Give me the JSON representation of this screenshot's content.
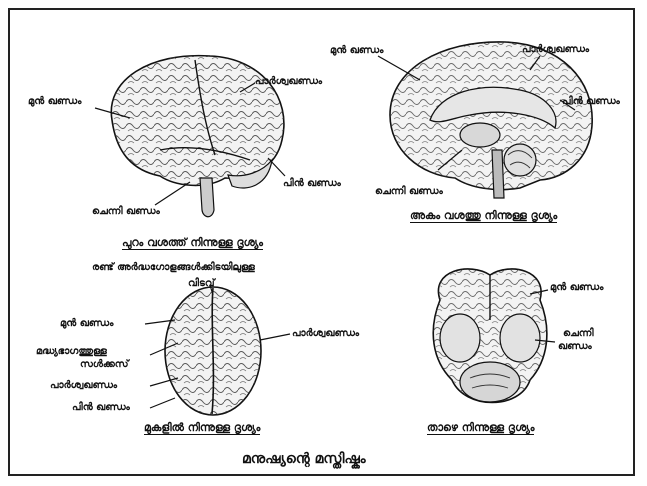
{
  "labels": {
    "side": {
      "front": "മുൻ ഖണ്ഡം",
      "parietal": "പാർശ്വഖണ്ഡം",
      "back": "പിൻ ഖണ്ഡം",
      "temporal": "ചെന്നി ഖണ്ഡം",
      "caption": "പുറം വശത്ത് നിന്നുള്ള ദൃശ്യം"
    },
    "inner": {
      "front": "മുൻ ഖണ്ഡം",
      "parietal": "പാർശ്വഖണ്ഡം",
      "back": "പിൻ ഖണ്ഡം",
      "temporal": "ചെന്നി ഖണ്ഡം",
      "caption": "അകം വശത്തു നിന്നുള്ള ദൃശ്യം"
    },
    "top": {
      "fissure_line1": "രണ്ട് അർദ്ധഗോളങ്ങൾക്കിടയിലുള്ള",
      "fissure_line2": "വിടവ്",
      "front": "മുൻ ഖണ്ഡം",
      "central_line1": "മദ്ധ്യഭാഗത്തുള്ള",
      "central_line2": "സൾക്കസ്",
      "parietal_left": "പാർശ്വഖണ്ഡം",
      "back": "പിൻ ഖണ്ഡം",
      "parietal_right": "പാർശ്വഖണ്ഡം",
      "caption": "മുകളിൽ നിന്നുള്ള ദൃശ്യം"
    },
    "bottom": {
      "front": "മുൻ ഖണ്ഡം",
      "temporal_line1": "ചെന്നി",
      "temporal_line2": "ഖണ്ഡം",
      "caption": "താഴെ നിന്നുള്ള ദൃശ്യം"
    }
  },
  "title": "മനുഷ്യന്റെ മസ്തിഷ്കം"
}
